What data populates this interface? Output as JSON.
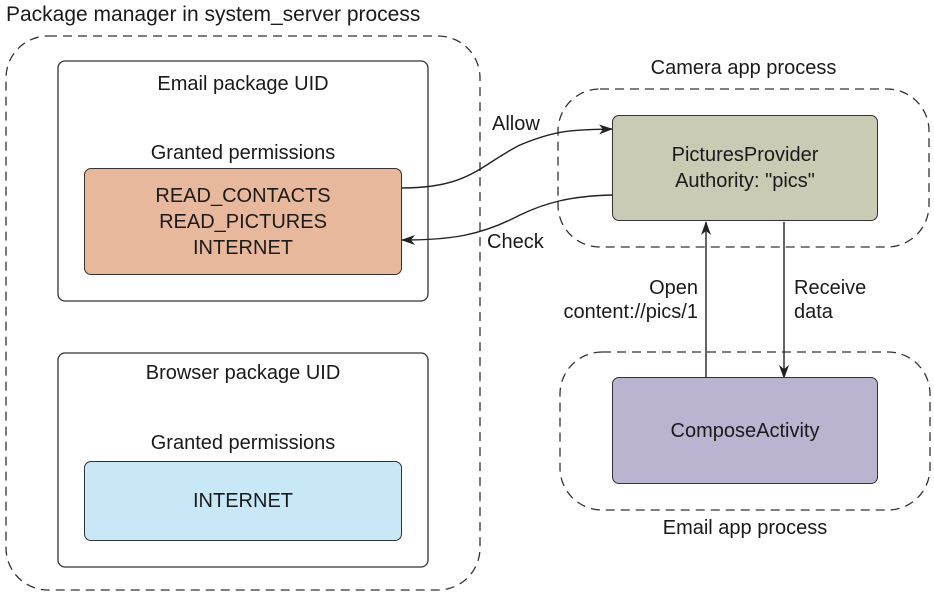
{
  "title": "Package manager in system_server process",
  "system_server": {
    "label": "Package manager in system_server process",
    "email_uid": {
      "label": "Email package UID",
      "granted_label": "Granted permissions",
      "permissions": [
        "READ_CONTACTS",
        "READ_PICTURES",
        "INTERNET"
      ],
      "color": "#e8b89c"
    },
    "browser_uid": {
      "label": "Browser package UID",
      "granted_label": "Granted permissions",
      "permissions": [
        "INTERNET"
      ],
      "color": "#c8e8f8"
    }
  },
  "camera_process": {
    "label": "Camera app process",
    "provider": {
      "lines": [
        "PicturesProvider",
        "Authority: \"pics\""
      ],
      "color": "#cacbb5"
    }
  },
  "email_process": {
    "label": "Email app process",
    "activity": {
      "label": "ComposeActivity",
      "color": "#bab4d0"
    }
  },
  "arrows": {
    "allow": "Allow",
    "check": "Check",
    "open": [
      "Open",
      "content://pics/1"
    ],
    "receive": [
      "Receive",
      "data"
    ]
  }
}
